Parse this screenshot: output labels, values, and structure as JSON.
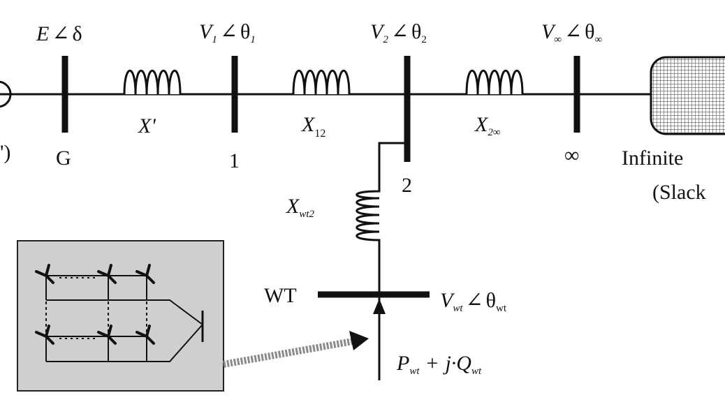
{
  "generator_label": "')",
  "buses": {
    "g": {
      "voltage_main": "E",
      "voltage_angle": "δ",
      "name": "G"
    },
    "b1": {
      "voltage_main": "V",
      "voltage_sub": "1",
      "angle_main": "θ",
      "angle_sub": "1",
      "name": "1"
    },
    "b2": {
      "voltage_main": "V",
      "voltage_sub": "2",
      "angle_main": "θ",
      "angle_sub": "2",
      "name": "2"
    },
    "inf": {
      "voltage_main": "V",
      "voltage_sub": "∞",
      "angle_main": "θ",
      "angle_sub": "∞",
      "name": "∞"
    },
    "wt": {
      "name": "WT",
      "voltage_main": "V",
      "voltage_sub": "wt",
      "angle_main": "θ",
      "angle_sub": "wt"
    }
  },
  "reactances": {
    "xprime": "X'",
    "x12": {
      "main": "X",
      "sub": "12"
    },
    "x2inf": {
      "main": "X",
      "sub": "2∞"
    },
    "xwt2": {
      "main": "X",
      "sub": "wt2"
    }
  },
  "infinite_bus": {
    "line1": "Infinite ",
    "line2": "(Slack"
  },
  "injection": {
    "p_main": "P",
    "p_sub": "wt",
    "plus": "+",
    "j": "j·",
    "q_main": "Q",
    "q_sub": "wt"
  },
  "colors": {
    "line": "#111111",
    "panel_bg": "#cfcfcf",
    "panel_border": "#222222",
    "arrow": "#8a8a8a"
  }
}
